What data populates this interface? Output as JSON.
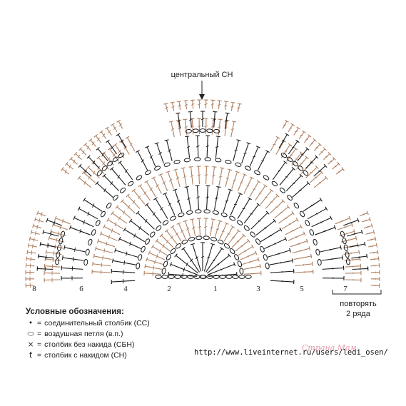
{
  "center_label": "центральный СН",
  "row_numbers": [
    "8",
    "6",
    "4",
    "2",
    "1",
    "3",
    "5",
    "7"
  ],
  "repeat_note": {
    "line1": "повторять",
    "line2": "2 ряда"
  },
  "legend": {
    "title": "Условные обозначения:",
    "items": [
      {
        "symbol": "•",
        "text": "соединительный столбик (СС)",
        "icon": "slip-stitch-dot"
      },
      {
        "symbol": "⬭",
        "text": "воздушная петля (в.п.)",
        "icon": "chain-oval"
      },
      {
        "symbol": "×",
        "text": "столбик без накида (СБН)",
        "icon": "single-crochet-cross"
      },
      {
        "symbol": "ƭ",
        "text": "столбик с накидом (СН)",
        "icon": "double-crochet-post"
      }
    ]
  },
  "url": "http://www.liveinternet.ru/users/ledi_osen/",
  "watermark": "Страна Мам",
  "colors": {
    "dark_rows": "#1a1a1a",
    "tan_rows": "#b08060",
    "text": "#222222"
  }
}
